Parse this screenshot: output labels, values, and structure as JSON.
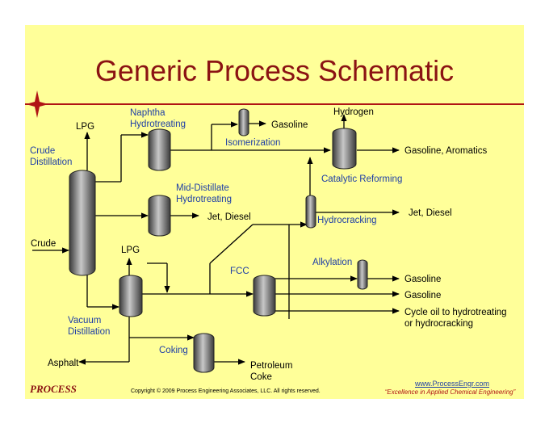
{
  "title": "Generic Process Schematic",
  "labels": {
    "crude_distillation": "Crude\nDistillation",
    "lpg_top": "LPG",
    "naphtha_hydrotreating": "Naphtha\nHydrotreating",
    "gasoline_iso": "Gasoline",
    "isomerization": "Isomerization",
    "hydrogen": "Hydrogen",
    "gasoline_aromatics": "Gasoline, Aromatics",
    "catalytic_reforming": "Catalytic Reforming",
    "mid_distillate": "Mid-Distillate\nHydrotreating",
    "jet_diesel_1": "Jet, Diesel",
    "hydrocracking": "Hydrocracking",
    "jet_diesel_2": "Jet, Diesel",
    "crude": "Crude",
    "lpg_vac": "LPG",
    "alkylation": "Alkylation",
    "fcc": "FCC",
    "gasoline_alky": "Gasoline",
    "gasoline_fcc": "Gasoline",
    "cycle_oil": "Cycle oil to hydrotreating\nor hydrocracking",
    "vacuum_distillation": "Vacuum\nDistillation",
    "coking": "Coking",
    "asphalt": "Asphalt",
    "petroleum_coke": "Petroleum\nCoke"
  },
  "footer": {
    "process": "PROCESS",
    "copyright": "Copyright © 2009 Process Engineering Associates, LLC. All rights reserved.",
    "url": "www.ProcessEngr.com",
    "tagline": "“Excellence in Applied Chemical Engineering”"
  },
  "colors": {
    "background": "#ffff99",
    "title": "#8b1313",
    "blue_label": "#1f3fa6",
    "rule": "#b01515"
  }
}
